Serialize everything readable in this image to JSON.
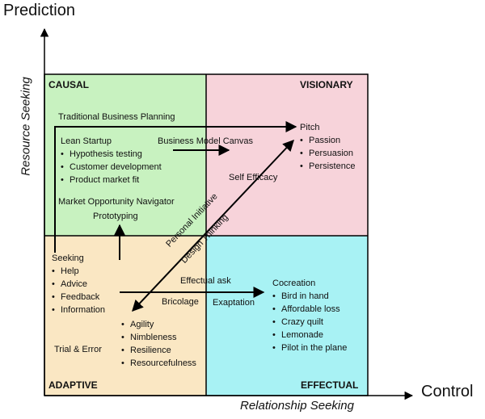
{
  "axes": {
    "y_title": "Prediction",
    "y_label": "Resource Seeking",
    "x_title": "Control",
    "x_label": "Relationship Seeking"
  },
  "colors": {
    "causal": "#c8f2c0",
    "visionary": "#f7d3da",
    "adaptive": "#fae7c3",
    "effectual": "#a8f2f4",
    "line": "#000000"
  },
  "quadrants": {
    "causal": "CAUSAL",
    "visionary": "VISIONARY",
    "adaptive": "ADAPTIVE",
    "effectual": "EFFECTUAL"
  },
  "labels": {
    "traditional": "Traditional Business Planning",
    "lean": "Lean Startup",
    "lean_items": [
      "Hypothesis testing",
      "Customer development",
      "Product market fit"
    ],
    "bmc": "Business Model Canvas",
    "pitch": "Pitch",
    "pitch_items": [
      "Passion",
      "Persuasion",
      "Persistence"
    ],
    "self_efficacy": "Self Efficacy",
    "mon": "Market Opportunity Navigator",
    "prototyping": "Prototyping",
    "personal_initiative": "Personal Initiative",
    "design_thinking": "Design Thinking",
    "seeking": "Seeking",
    "seeking_items": [
      "Help",
      "Advice",
      "Feedback",
      "Information"
    ],
    "effectual_ask": "Effectual ask",
    "cocreation": "Cocreation",
    "cocreation_items": [
      "Bird in hand",
      "Affordable loss",
      "Crazy quilt",
      "Lemonade",
      "Pilot in the plane"
    ],
    "bricolage": "Bricolage",
    "exaptation": "Exaptation",
    "agility_items": [
      "Agility",
      "Nimbleness",
      "Resilience",
      "Resourcefulness"
    ],
    "trial_error": "Trial & Error"
  }
}
